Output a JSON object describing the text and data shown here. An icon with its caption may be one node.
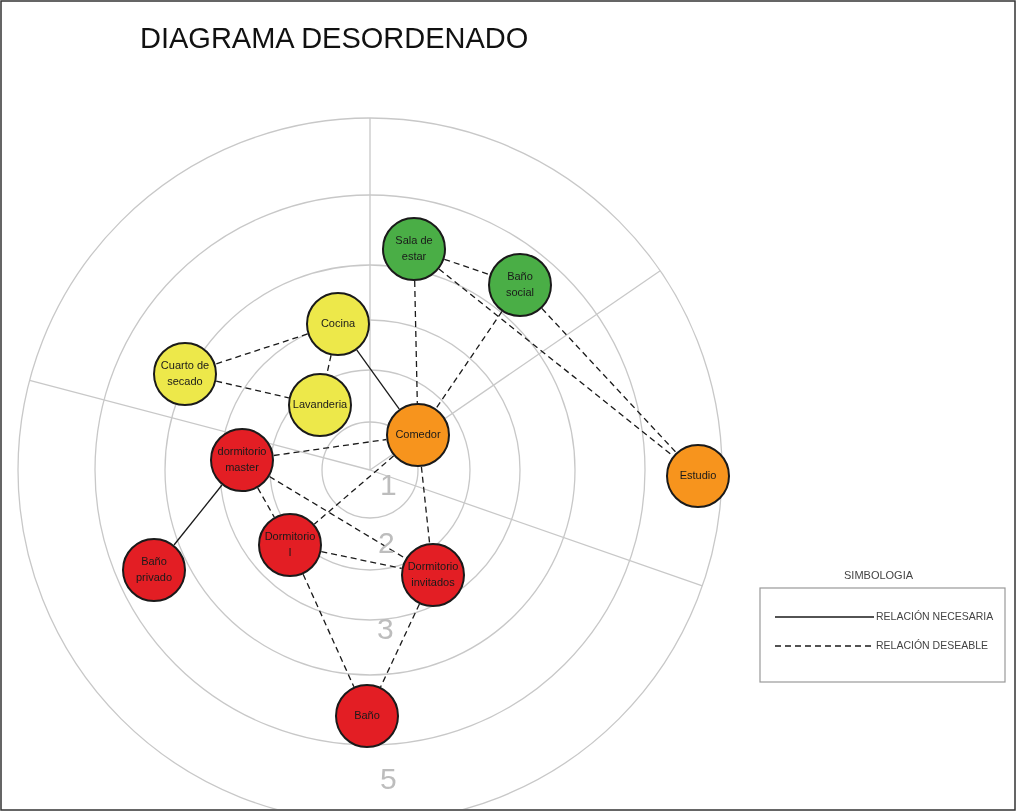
{
  "diagram": {
    "title": "DIAGRAMA DESORDENADO",
    "nodes": [
      {
        "text": [
          "Sala de estar"
        ]
      },
      {
        "text": [
          "Baño social"
        ]
      },
      {
        "text": [
          "Cocina"
        ]
      },
      {
        "text": [
          "Cuarto de secado"
        ]
      },
      {
        "text": [
          "Lavanderia"
        ]
      },
      {
        "text": [
          "Comedor"
        ]
      },
      {
        "text": [
          "dormitorio master"
        ]
      },
      {
        "text": [
          "Estudio"
        ]
      },
      {
        "text": [
          "Dormitorio I"
        ]
      },
      {
        "text": [
          "Dormitorio invitados"
        ]
      },
      {
        "text": [
          "Baño privado"
        ]
      },
      {
        "text": [
          "Baño"
        ]
      }
    ],
    "edges": [
      {
        "from": 0,
        "to": 1,
        "arrow": "none",
        "style": "dashed"
      },
      {
        "from": 0,
        "to": 5,
        "arrow": "none",
        "style": "dashed"
      },
      {
        "from": 0,
        "to": 7,
        "arrow": "none",
        "style": "dashed"
      },
      {
        "from": 1,
        "to": 5,
        "arrow": "none",
        "style": "dashed"
      },
      {
        "from": 1,
        "to": 7,
        "arrow": "none",
        "style": "dashed"
      },
      {
        "from": 2,
        "to": 3,
        "arrow": "none",
        "style": "dashed"
      },
      {
        "from": 2,
        "to": 4,
        "arrow": "none",
        "style": "dashed"
      },
      {
        "from": 2,
        "to": 5,
        "arrow": "none"
      },
      {
        "from": 3,
        "to": 4,
        "arrow": "none",
        "style": "dashed"
      },
      {
        "from": 6,
        "to": 5,
        "arrow": "none",
        "style": "dashed"
      },
      {
        "from": 6,
        "to": 10,
        "arrow": "none"
      },
      {
        "from": 6,
        "to": 8,
        "arrow": "none",
        "style": "dashed"
      },
      {
        "from": 6,
        "to": 9,
        "arrow": "none",
        "style": "dashed"
      },
      {
        "from": 5,
        "to": 8,
        "arrow": "none",
        "style": "dashed"
      },
      {
        "from": 5,
        "to": 9,
        "arrow": "none",
        "style": "dashed"
      },
      {
        "from": 8,
        "to": 9,
        "arrow": "none",
        "style": "dashed"
      },
      {
        "from": 8,
        "to": 11,
        "arrow": "none",
        "style": "dashed"
      },
      {
        "from": 9,
        "to": 11,
        "arrow": "none",
        "style": "dashed"
      }
    ],
    "labels": [
      "1",
      "2",
      "3",
      "5",
      "SIMBOLOGIA"
    ],
    "legend": [
      {
        "text": "RELACIÓN NECESARIA"
      },
      {
        "text": "RELACIÓN DESEABLE"
      }
    ]
  }
}
